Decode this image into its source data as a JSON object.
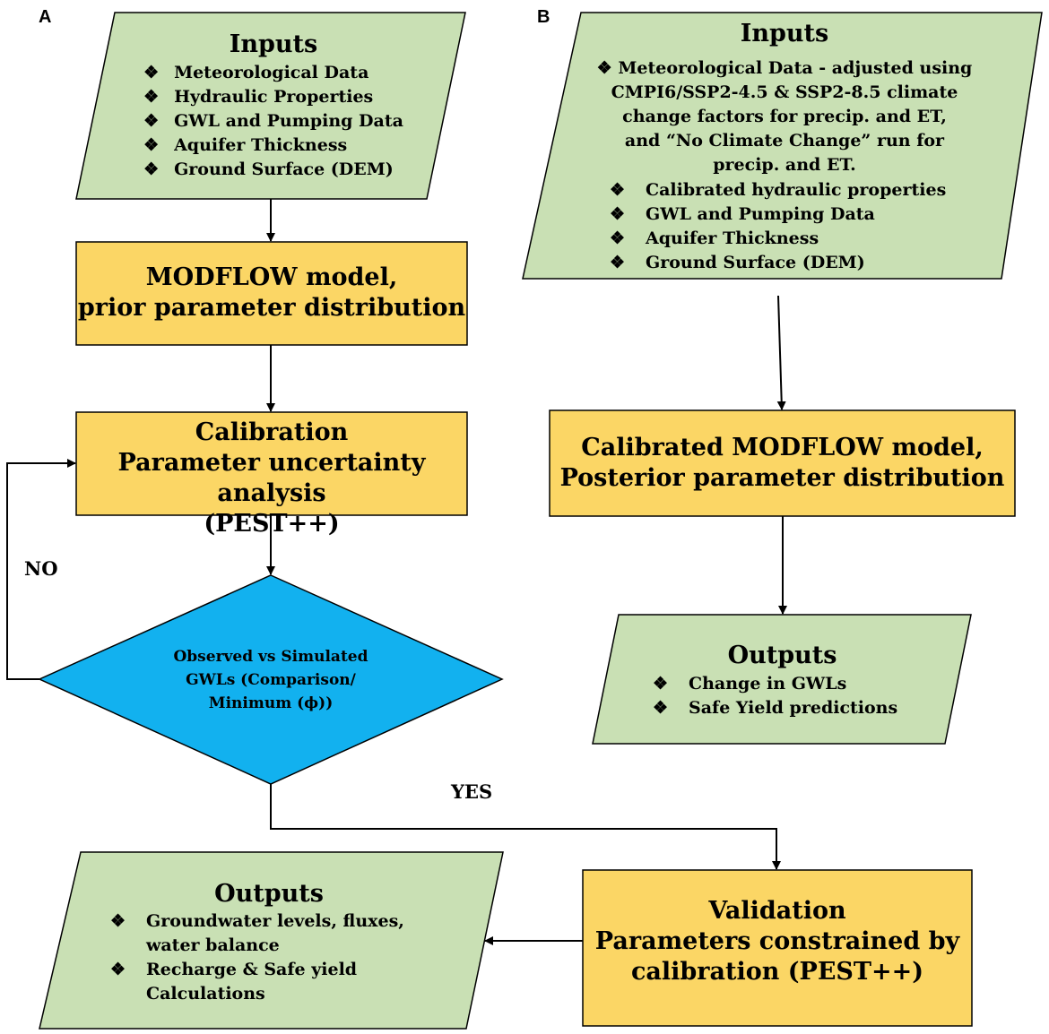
{
  "panels": {
    "a": "A",
    "b": "B"
  },
  "bullet": "❖",
  "colors": {
    "io_fill": "#c9e0b4",
    "process_fill": "#fbd665",
    "decision_fill": "#12b1ef",
    "stroke": "#000000"
  },
  "a": {
    "inputs": {
      "title": "Inputs",
      "items": [
        "Meteorological Data",
        "Hydraulic Properties",
        "GWL and Pumping Data",
        "Aquifer Thickness",
        "Ground Surface (DEM)"
      ]
    },
    "modflow": {
      "line1": "MODFLOW model,",
      "line2": "prior parameter distribution"
    },
    "calibration": {
      "line1": "Calibration",
      "line2": "Parameter uncertainty analysis",
      "line3": "(PEST++)"
    },
    "decision": {
      "line1": "Observed vs Simulated",
      "line2": "GWLs (Comparison/",
      "line3": "Minimum (ϕ))"
    },
    "no_label": "NO",
    "yes_label": "YES",
    "validation": {
      "line1": "Validation",
      "line2": "Parameters constrained by",
      "line3": "calibration (PEST++)"
    },
    "outputs": {
      "title": "Outputs",
      "item1a": "Groundwater levels, fluxes,",
      "item1b": "water balance",
      "item2a": "Recharge & Safe yield",
      "item2b": "Calculations"
    }
  },
  "b": {
    "inputs": {
      "title": "Inputs",
      "met_lines": [
        "Meteorological Data - adjusted using",
        "CMPI6/SSP2-4.5 & SSP2-8.5 climate",
        "change factors for precip. and ET,",
        "and “No Climate Change” run for",
        "precip. and ET."
      ],
      "items": [
        "Calibrated hydraulic properties",
        "GWL and Pumping Data",
        "Aquifer Thickness",
        "Ground Surface (DEM)"
      ]
    },
    "modflow": {
      "line1": "Calibrated MODFLOW model,",
      "line2": "Posterior parameter distribution"
    },
    "outputs": {
      "title": "Outputs",
      "items": [
        "Change in GWLs",
        "Safe Yield predictions"
      ]
    }
  }
}
